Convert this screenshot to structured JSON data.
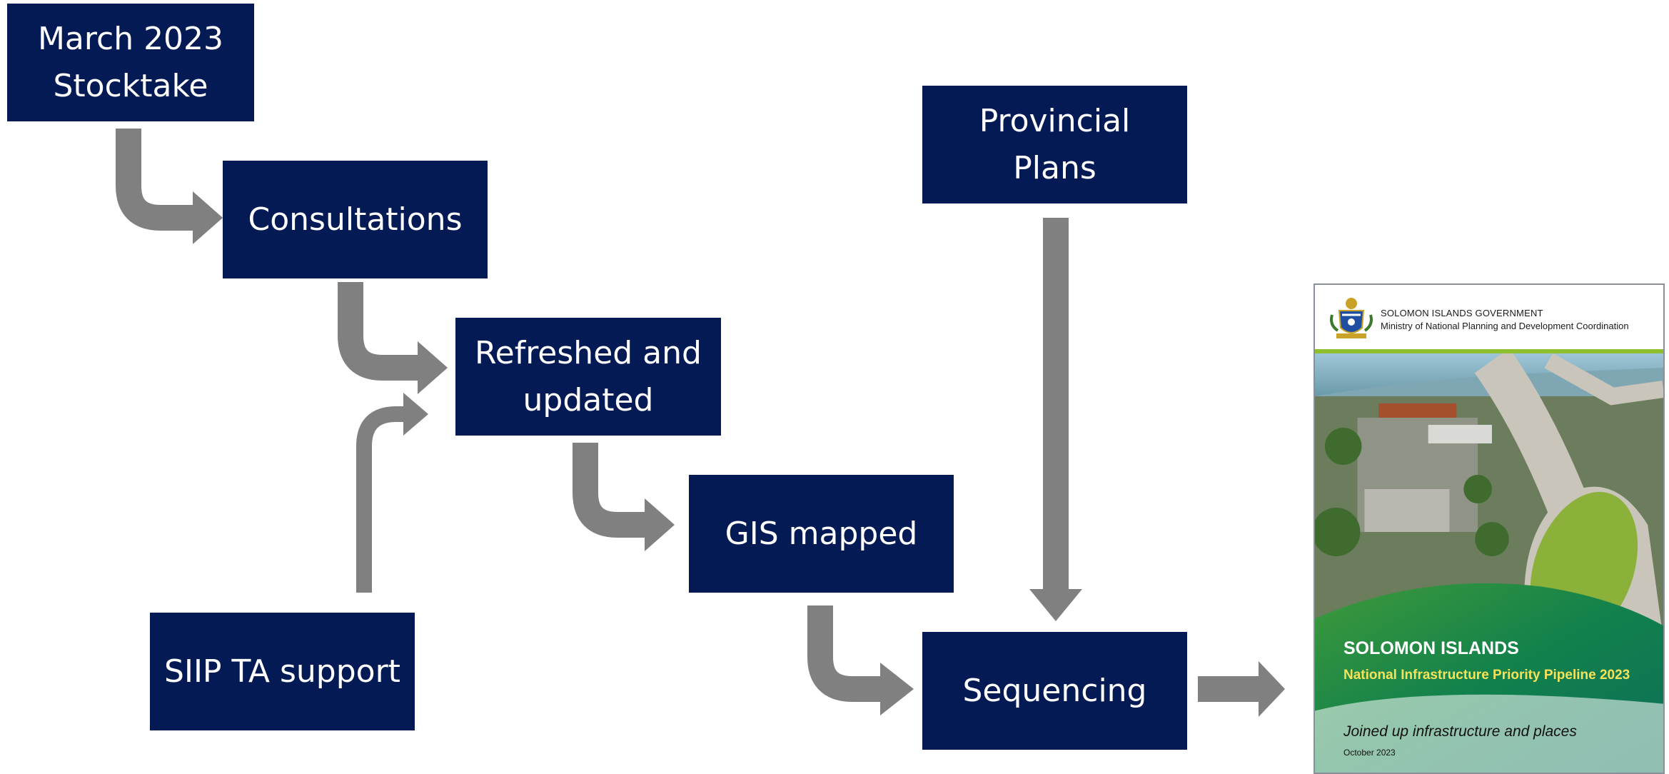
{
  "boxes": {
    "march": "March 2023\nStocktake",
    "consultations": "Consultations",
    "refreshed": "Refreshed and\nupdated",
    "gis": "GIS mapped",
    "siip": "SIIP TA support",
    "provincial": "Provincial\nPlans",
    "sequencing": "Sequencing"
  },
  "cover": {
    "gov_line1": "SOLOMON ISLANDS GOVERNMENT",
    "gov_line2": "Ministry of National Planning and Development Coordination",
    "title": "SOLOMON ISLANDS",
    "subtitle": "National Infrastructure Priority Pipeline 2023",
    "tagline": "Joined up infrastructure and places",
    "date": "October 2023"
  },
  "colors": {
    "box": "#041a55",
    "arrow": "#808080",
    "cover_green": "#0e7a4d",
    "cover_yellow": "#f4e35a"
  }
}
